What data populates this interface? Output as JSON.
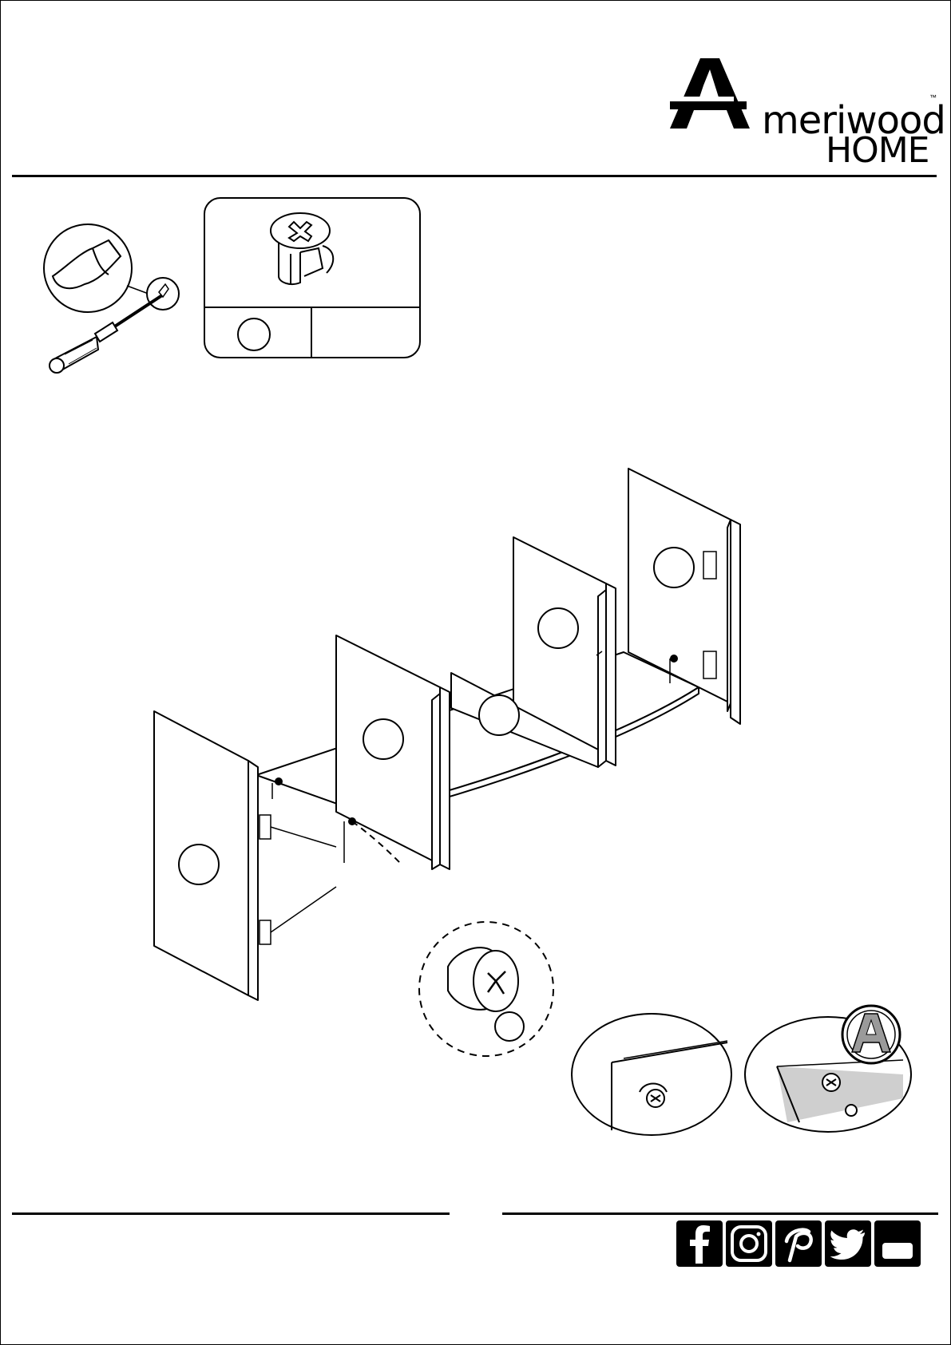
{
  "brand": {
    "name": "Ameriwood",
    "wordmark_rest": "meriwood",
    "sub": "HOME",
    "trademark": "™"
  },
  "tools": {
    "screwdriver": "flat-head-screwdriver-icon",
    "hardware": "cam-lock-icon"
  },
  "social": {
    "items": [
      "facebook-icon",
      "instagram-icon",
      "pinterest-icon",
      "twitter-icon",
      "youtube-icon"
    ]
  },
  "colors": {
    "ink": "#000000",
    "paper": "#ffffff",
    "panel_edge": "#7f7f7f"
  }
}
